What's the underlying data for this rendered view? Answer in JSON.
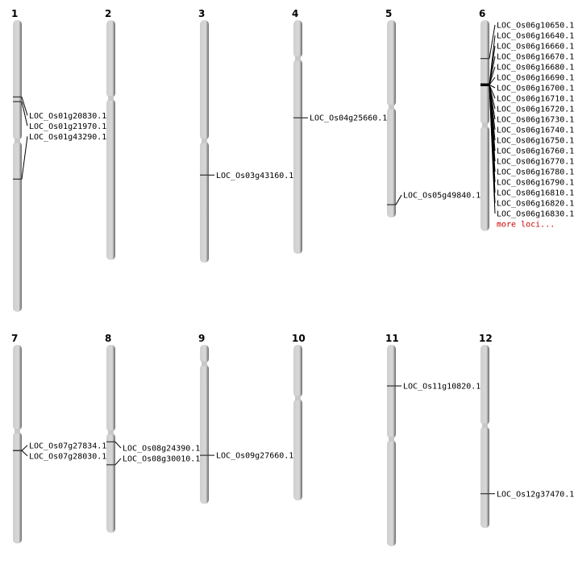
{
  "units": "Mb",
  "colors": {
    "chromosome": "#d4d4d4",
    "shadow": "#8a8a8a",
    "marker": "#333333",
    "more_loci": "#cc0000"
  },
  "chromosomes": [
    {
      "name": "1",
      "length": 43.3,
      "centromere": 17.9,
      "markers": [
        {
          "pos": 11.4,
          "label": "LOC_Os01g20830.1"
        },
        {
          "pos": 12.1,
          "label": "LOC_Os01g21970.1"
        },
        {
          "pos": 23.6,
          "label": "LOC_Os01g43290.1"
        }
      ]
    },
    {
      "name": "2",
      "length": 35.6,
      "centromere": 11.6,
      "markers": []
    },
    {
      "name": "3",
      "length": 36.0,
      "centromere": 17.9,
      "markers": [
        {
          "pos": 23.0,
          "label": "LOC_Os03g43160.1"
        }
      ]
    },
    {
      "name": "4",
      "length": 34.7,
      "centromere": 5.7,
      "markers": [
        {
          "pos": 14.5,
          "label": "LOC_Os04g25660.1"
        }
      ]
    },
    {
      "name": "5",
      "length": 29.3,
      "centromere": 12.9,
      "markers": [
        {
          "pos": 27.4,
          "label": "LOC_Os05g49840.1"
        }
      ]
    },
    {
      "name": "6",
      "length": 31.3,
      "centromere": 15.6,
      "more_label": "more loci...",
      "markers": [
        {
          "pos": 5.7,
          "label": "LOC_Os06g10650.1"
        },
        {
          "pos": 9.6,
          "label": "LOC_Os06g16640.1"
        },
        {
          "pos": 9.6,
          "label": "LOC_Os06g16660.1"
        },
        {
          "pos": 9.6,
          "label": "LOC_Os06g16670.1"
        },
        {
          "pos": 9.6,
          "label": "LOC_Os06g16680.1"
        },
        {
          "pos": 9.6,
          "label": "LOC_Os06g16690.1"
        },
        {
          "pos": 9.6,
          "label": "LOC_Os06g16700.1"
        },
        {
          "pos": 9.6,
          "label": "LOC_Os06g16710.1"
        },
        {
          "pos": 9.6,
          "label": "LOC_Os06g16720.1"
        },
        {
          "pos": 9.6,
          "label": "LOC_Os06g16730.1"
        },
        {
          "pos": 9.6,
          "label": "LOC_Os06g16740.1"
        },
        {
          "pos": 9.6,
          "label": "LOC_Os06g16750.1"
        },
        {
          "pos": 9.6,
          "label": "LOC_Os06g16760.1"
        },
        {
          "pos": 9.6,
          "label": "LOC_Os06g16770.1"
        },
        {
          "pos": 9.6,
          "label": "LOC_Os06g16780.1"
        },
        {
          "pos": 9.6,
          "label": "LOC_Os06g16790.1"
        },
        {
          "pos": 9.6,
          "label": "LOC_Os06g16810.1"
        },
        {
          "pos": 9.6,
          "label": "LOC_Os06g16820.1"
        },
        {
          "pos": 9.6,
          "label": "LOC_Os06g16830.1"
        }
      ]
    },
    {
      "name": "7",
      "length": 29.5,
      "centromere": 12.8,
      "markers": [
        {
          "pos": 15.7,
          "label": "LOC_Os07g27834.1"
        },
        {
          "pos": 15.7,
          "label": "LOC_Os07g28030.1"
        }
      ]
    },
    {
      "name": "8",
      "length": 27.9,
      "centromere": 13.0,
      "markers": [
        {
          "pos": 14.4,
          "label": "LOC_Os08g24390.1"
        },
        {
          "pos": 17.8,
          "label": "LOC_Os08g30010.1"
        }
      ]
    },
    {
      "name": "9",
      "length": 23.6,
      "centromere": 2.8,
      "markers": [
        {
          "pos": 16.4,
          "label": "LOC_Os09g27660.1"
        }
      ]
    },
    {
      "name": "10",
      "length": 23.1,
      "centromere": 7.9,
      "markers": []
    },
    {
      "name": "11",
      "length": 29.9,
      "centromere": 14.0,
      "markers": [
        {
          "pos": 6.1,
          "label": "LOC_Os11g10820.1"
        }
      ]
    },
    {
      "name": "12",
      "length": 27.2,
      "centromere": 12.0,
      "markers": [
        {
          "pos": 22.1,
          "label": "LOC_Os12g37470.1"
        }
      ]
    }
  ]
}
